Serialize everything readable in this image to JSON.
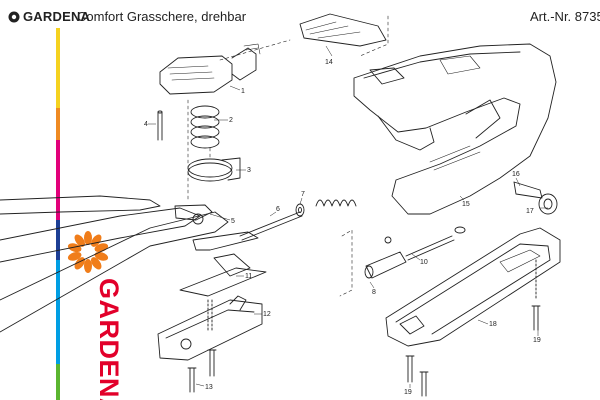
{
  "header": {
    "brand": "GARDENA",
    "title": "Comfort Grasschere, drehbar",
    "article_number": "Art.-Nr. 8735"
  },
  "logo": {
    "text": "GARDENA"
  },
  "part_labels": [
    "1",
    "2",
    "3",
    "4",
    "5",
    "6",
    "7",
    "8",
    "10",
    "11",
    "12",
    "13",
    "14",
    "15",
    "16",
    "17",
    "18",
    "19"
  ],
  "stripe_colors": [
    "#f5d21f",
    "#ef8a22",
    "#e2007a",
    "#1d3f95",
    "#009ee3",
    "#5bb530"
  ]
}
